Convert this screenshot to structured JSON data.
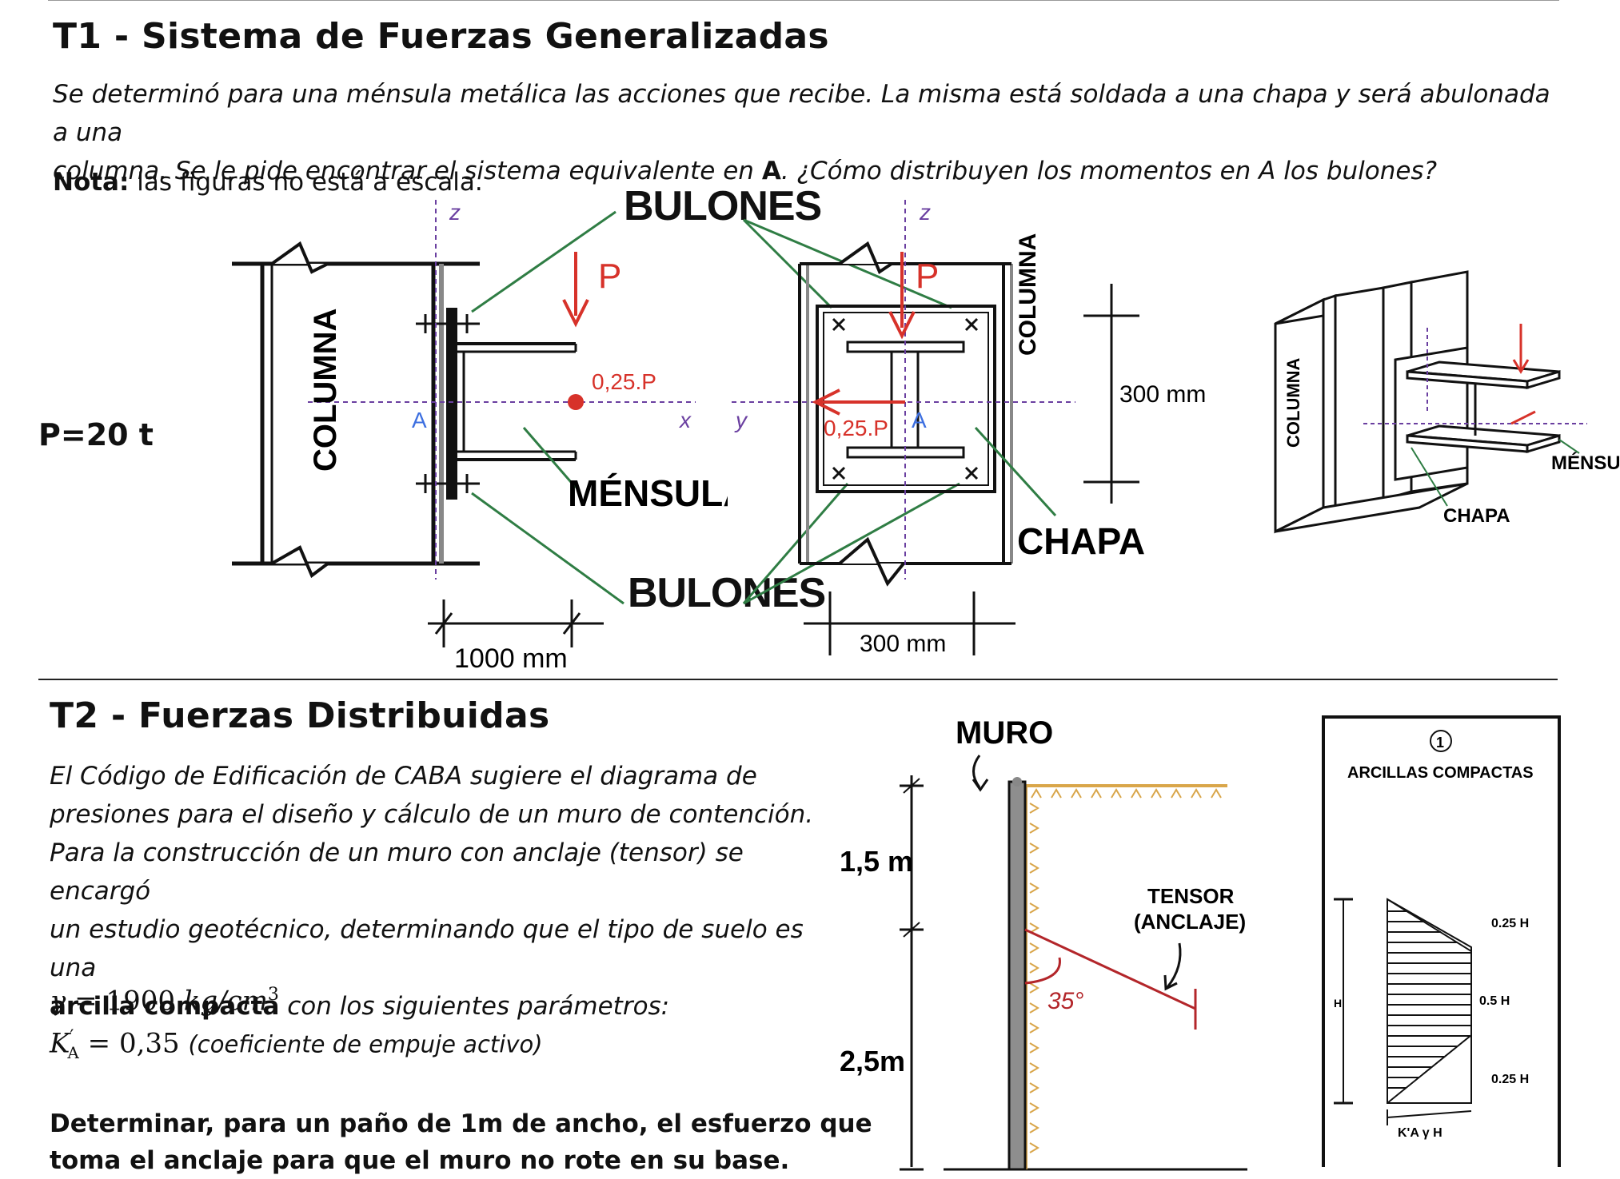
{
  "t1": {
    "title": "T1 - Sistema de Fuerzas Generalizadas",
    "para_line1": "Se determinó para una ménsula metálica las acciones que recibe. La misma está soldada a una chapa y será abulonada a una",
    "para_line2_pre": "columna.  Se le pide encontrar el sistema equivalente en ",
    "para_line2_bold": "A",
    "para_line2_post": ". ¿Cómo distribuyen los momentos en A los bulones?",
    "note_label": "Nota:",
    "note_text": " las figuras no está a escala.",
    "load": "P=20 t",
    "fig1": {
      "z": "z",
      "x": "x",
      "a": "A",
      "columna": "COLUMNA",
      "p": "P",
      "offset": "0,25.P",
      "mensula": "MÉNSULA",
      "bulones_top": "BULONES",
      "bulones_bottom": "BULONES",
      "dim": "1000 mm"
    },
    "fig2": {
      "z": "z",
      "y": "y",
      "a": "A",
      "columna": "COLUMNA",
      "p": "P",
      "offset": "0,25.P",
      "chapa": "CHAPA",
      "dim_h": "300 mm",
      "dim_v": "300 mm"
    },
    "fig3": {
      "columna": "COLUMNA",
      "mensula": "MÉNSULA",
      "chapa": "CHAPA"
    }
  },
  "t2": {
    "title": "T2 - Fuerzas Distribuidas",
    "lines": [
      "El Código de Edificación de CABA sugiere el diagrama de",
      "presiones para el diseño y cálculo de un muro de contención.",
      "Para la construcción de un muro con anclaje (tensor) se encargó",
      "un estudio geotécnico, determinando que el tipo de suelo es una"
    ],
    "line5_bold": "arcilla compacta",
    "line5_rest": " con los siguientes parámetros:",
    "gamma_sym": "γ",
    "gamma_eq": " = 1900 ",
    "gamma_units": "kg/cm",
    "gamma_exp": "3",
    "ka_sym": "K",
    "ka_sub": "A",
    "ka_prime": "′",
    "ka_eq": " = 0,35 ",
    "ka_paren": "(coeficiente de empuje activo)",
    "task_line1": "Determinar, para un paño de 1m de ancho, el esfuerzo que",
    "task_line2": "toma el anclaje para que el muro no rote en su base.",
    "wall_fig": {
      "muro": "MURO",
      "h1": "1,5 m",
      "h2": "2,5m",
      "tensor1": "TENSOR",
      "tensor2": "(ANCLAJE)",
      "angle": "35°"
    },
    "code_fig": {
      "num": "1",
      "title": "ARCILLAS COMPACTAS",
      "v1": "0.25 H",
      "v2": "0.5 H",
      "v3": "0.25 H",
      "h": "H",
      "base": "K'A γ H"
    }
  },
  "colors": {
    "red": "#d7322a",
    "green": "#2f7d44",
    "blue": "#3d6fe0",
    "purple": "#6a3fa0",
    "sand": "#d9a64a"
  }
}
